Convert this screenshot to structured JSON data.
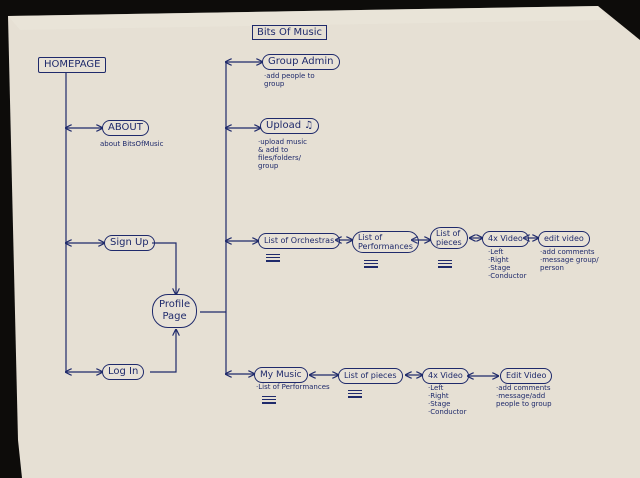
{
  "title": "Bits Of Music",
  "nodes": {
    "homepage": "HOMEPAGE",
    "about": "ABOUT",
    "sign_up": "Sign Up",
    "log_in": "Log In",
    "profile_page": "Profile\nPage",
    "group_admin": "Group Admin",
    "upload": "Upload ♫",
    "list_of_orchestras": "List of Orchestras",
    "list_of_performances": "List of\nPerformances",
    "list_of_pieces_1": "List of\npieces",
    "video_4x_1": "4x Video",
    "edit_video_1": "edit video",
    "my_music": "My Music",
    "list_of_pieces_2": "List of pieces",
    "video_4x_2": "4x Video",
    "edit_video_2": "Edit Video"
  },
  "notes": {
    "about": "about BitsOfMusic",
    "group_admin": "·add people to\ngroup",
    "upload": "·upload music\n& add to\nfiles/folders/\ngroup",
    "video_4x_1": "·Left\n·Right\n·Stage\n·Conductor",
    "edit_video_1": "·add comments\n·message group/\nperson",
    "my_music": "·List of Performances",
    "video_4x_2": "·Left\n·Right\n·Stage\n·Conductor",
    "edit_video_2": "·add comments\n·message/add\npeople to group"
  }
}
